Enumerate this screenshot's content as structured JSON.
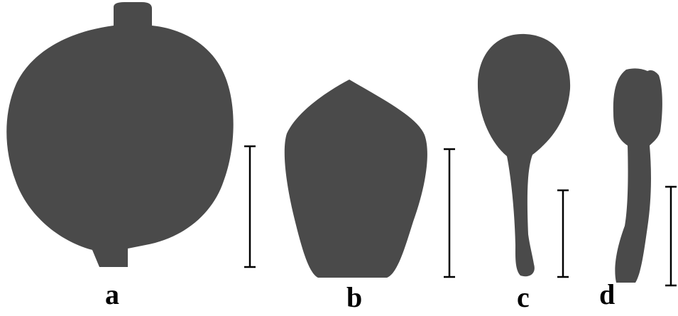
{
  "figure": {
    "panels": [
      {
        "label": "a",
        "shape": "round-with-stalk-top-and-base"
      },
      {
        "label": "b",
        "shape": "ovate-pointed-tip"
      },
      {
        "label": "c",
        "shape": "spoon-clavate"
      },
      {
        "label": "d",
        "shape": "narrow-clavate"
      }
    ],
    "colors": {
      "silhouette": "#4a4a4a",
      "scale_bar": "#000000",
      "background": "#ffffff"
    }
  }
}
